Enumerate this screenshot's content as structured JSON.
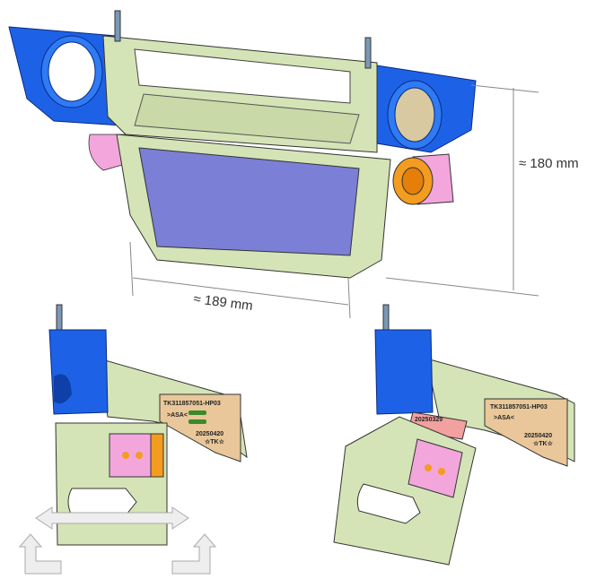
{
  "dimensions": {
    "height_label": "≈ 180 mm",
    "width_label": "≈ 189 mm"
  },
  "labels": {
    "part_number": "TK311857051-HP03",
    "material_mark": ">ASA<",
    "date_plate": "20250420",
    "maker_mark": "☆TK☆",
    "date_hinge": "20250329"
  },
  "colors": {
    "blue": "#1a5fe0",
    "green": "#d3e2b4",
    "tan": "#e9c79a",
    "pink": "#f0a0d8",
    "orange": "#f39c1f",
    "screen": "#7b7fd6"
  }
}
